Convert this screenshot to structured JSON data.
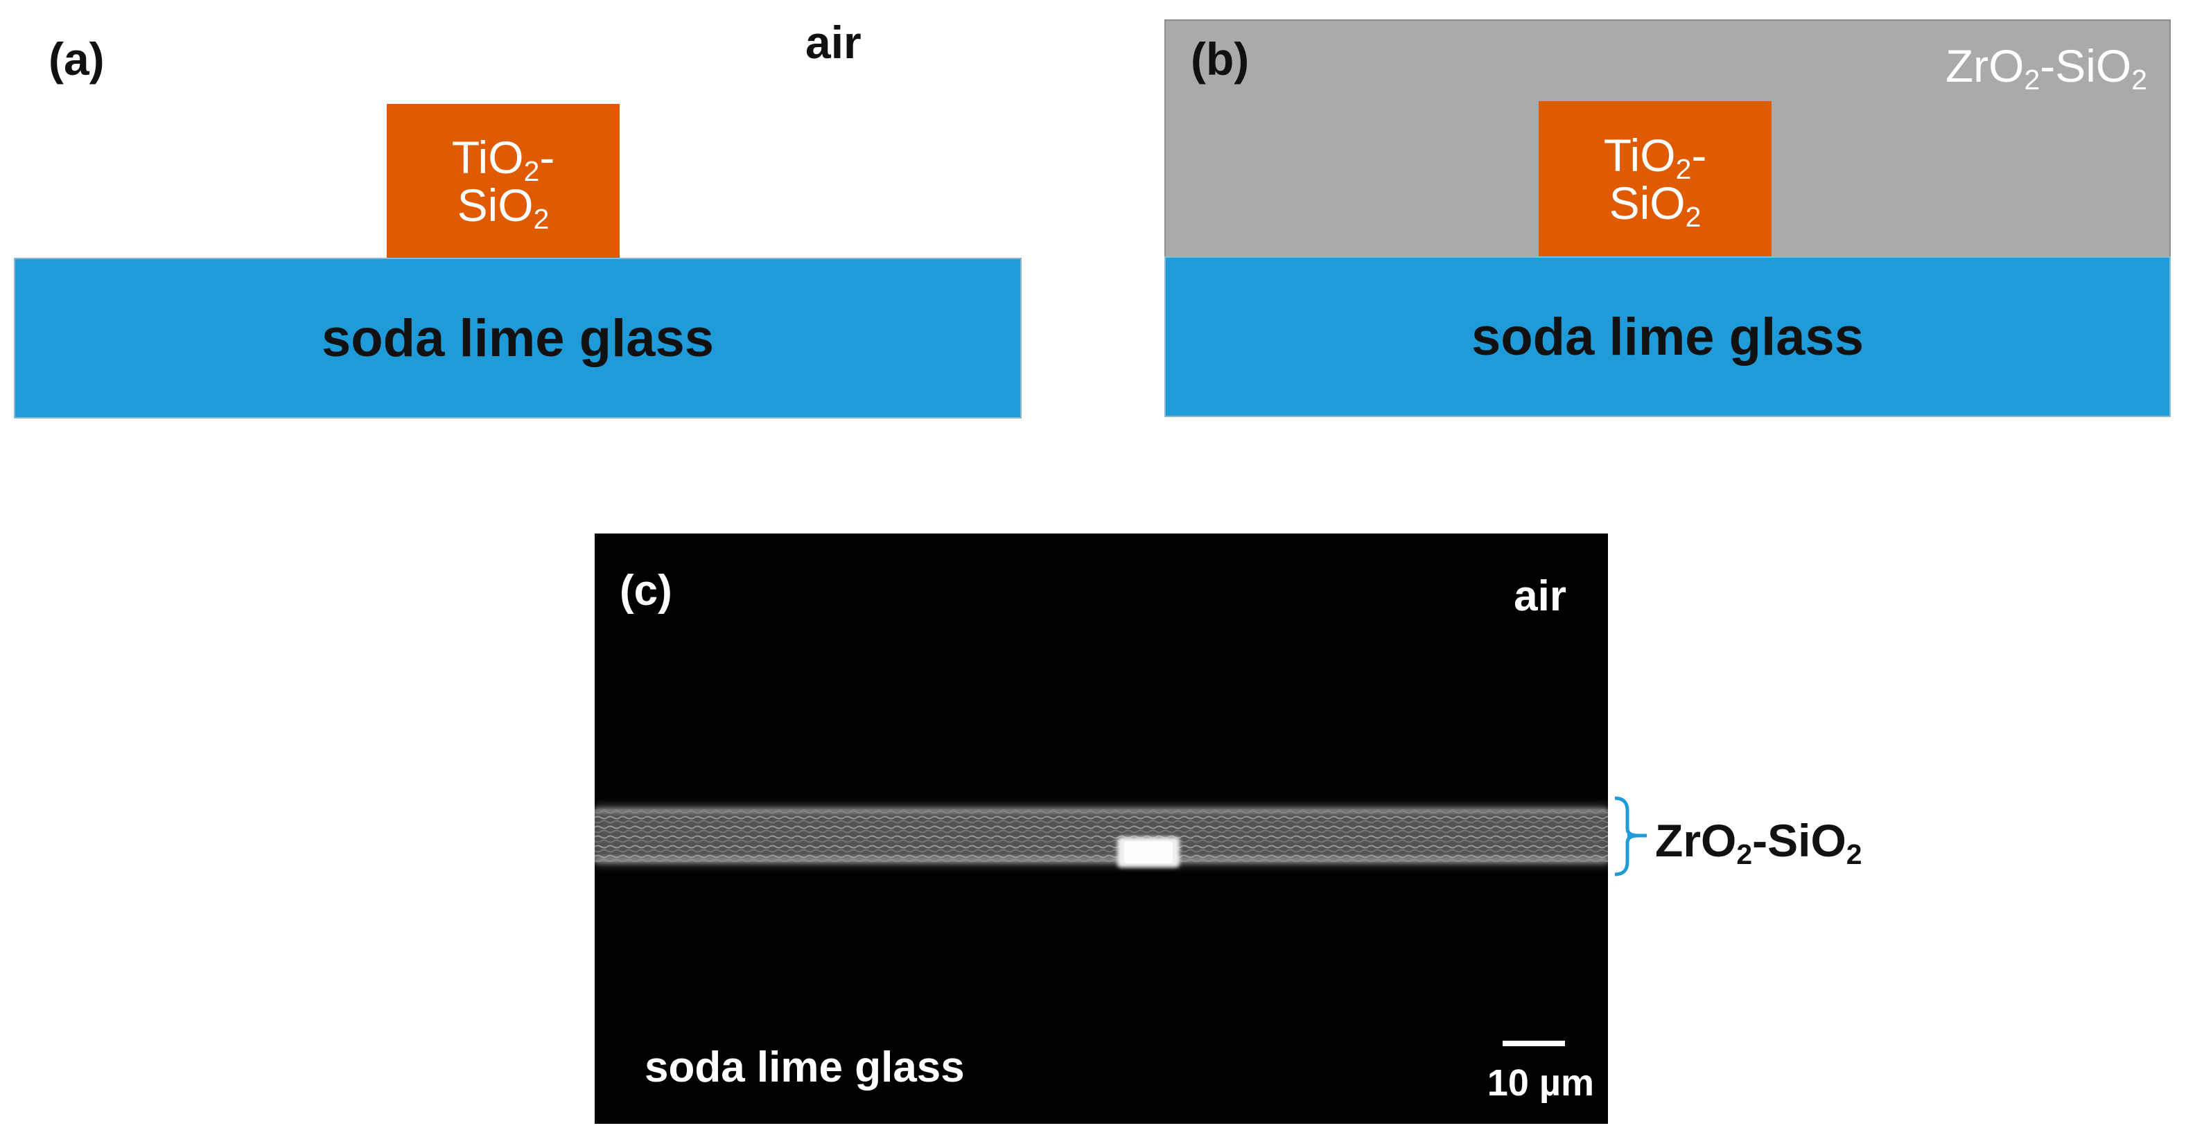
{
  "panel_a": {
    "tag": "(a)",
    "ambient": "air",
    "film_line1": "TiO",
    "film_line1_sub": "2",
    "film_line1_tail": "-",
    "film_line2": "SiO",
    "film_line2_sub": "2",
    "substrate": "soda lime glass"
  },
  "panel_b": {
    "tag": "(b)",
    "cover_main": "ZrO",
    "cover_sub": "2",
    "cover_tail": "-SiO",
    "cover_sub2": "2",
    "film_line1": "TiO",
    "film_line1_sub": "2",
    "film_line1_tail": "-",
    "film_line2": "SiO",
    "film_line2_sub": "2",
    "substrate": "soda lime glass"
  },
  "panel_c": {
    "tag": "(c)",
    "ambient": "air",
    "substrate": "soda lime glass",
    "scale_bar": "10 µm",
    "layer_main": "ZrO",
    "layer_sub": "2",
    "layer_tail": "-SiO",
    "layer_sub2": "2"
  },
  "colors": {
    "glass": "#1e9bd8",
    "film": "#e05a00",
    "cover": "#aaaaaa",
    "micrograph_bg": "#000000",
    "bracket": "#1e9bd8"
  }
}
